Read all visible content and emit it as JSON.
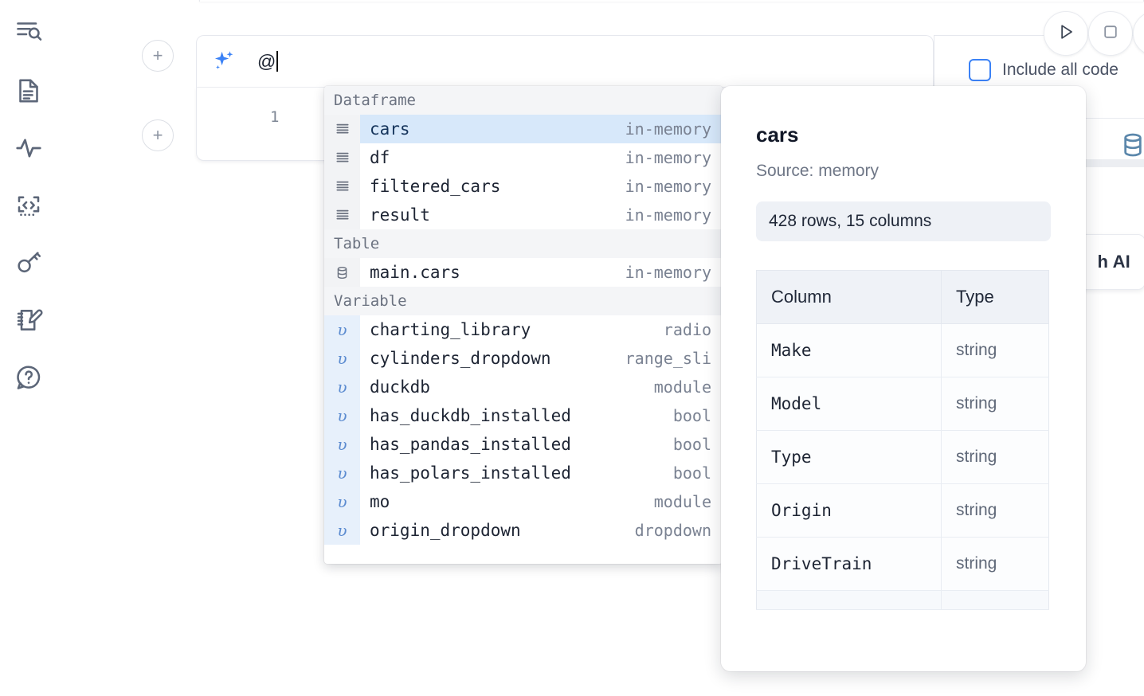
{
  "sidebar": {
    "items": [
      {
        "icon": "file-search-icon",
        "label": "Explore"
      },
      {
        "icon": "document-icon",
        "label": "Notebook"
      },
      {
        "icon": "activity-icon",
        "label": "Runtime"
      },
      {
        "icon": "code-brackets-icon",
        "label": "Snippets"
      },
      {
        "icon": "key-icon",
        "label": "Secrets"
      },
      {
        "icon": "notepad-pencil-icon",
        "label": "Scratchpad"
      },
      {
        "icon": "help-chat-icon",
        "label": "Help"
      }
    ]
  },
  "toolbar": {
    "run_icon": "play-icon",
    "stop_icon": "stop-icon",
    "more_icon": "more-icon",
    "include_all_code_label": "Include all code",
    "include_all_code_checked": false,
    "database_icon": "database-icon",
    "markdown_icon": "markdown-icon",
    "ai_chip_label": "h AI"
  },
  "gutter": {
    "add_cell_label": "+"
  },
  "ai_prompt": {
    "icon": "sparkle-icon",
    "value": "@",
    "line_number": "1"
  },
  "autocomplete": {
    "groups": [
      {
        "label": "Dataframe",
        "items": [
          {
            "icon": "dataframe-icon",
            "name": "cars",
            "meta": "in-memory",
            "selected": true,
            "kind": "df"
          },
          {
            "icon": "dataframe-icon",
            "name": "df",
            "meta": "in-memory",
            "selected": false,
            "kind": "df"
          },
          {
            "icon": "dataframe-icon",
            "name": "filtered_cars",
            "meta": "in-memory",
            "selected": false,
            "kind": "df"
          },
          {
            "icon": "dataframe-icon",
            "name": "result",
            "meta": "in-memory",
            "selected": false,
            "kind": "df"
          }
        ]
      },
      {
        "label": "Table",
        "items": [
          {
            "icon": "table-icon",
            "name": "main.cars",
            "meta": "in-memory",
            "selected": false,
            "kind": "table"
          }
        ]
      },
      {
        "label": "Variable",
        "items": [
          {
            "icon": "variable-icon",
            "name": "charting_library",
            "meta": "radio",
            "selected": false,
            "kind": "var"
          },
          {
            "icon": "variable-icon",
            "name": "cylinders_dropdown",
            "meta": "range_sli",
            "selected": false,
            "kind": "var"
          },
          {
            "icon": "variable-icon",
            "name": "duckdb",
            "meta": "module",
            "selected": false,
            "kind": "var"
          },
          {
            "icon": "variable-icon",
            "name": "has_duckdb_installed",
            "meta": "bool",
            "selected": false,
            "kind": "var"
          },
          {
            "icon": "variable-icon",
            "name": "has_pandas_installed",
            "meta": "bool",
            "selected": false,
            "kind": "var"
          },
          {
            "icon": "variable-icon",
            "name": "has_polars_installed",
            "meta": "bool",
            "selected": false,
            "kind": "var"
          },
          {
            "icon": "variable-icon",
            "name": "mo",
            "meta": "module",
            "selected": false,
            "kind": "var"
          },
          {
            "icon": "variable-icon",
            "name": "origin_dropdown",
            "meta": "dropdown",
            "selected": false,
            "kind": "var"
          }
        ]
      }
    ]
  },
  "detail_panel": {
    "title": "cars",
    "source": "Source: memory",
    "shape": "428 rows, 15 columns",
    "table": {
      "headers": [
        "Column",
        "Type"
      ],
      "rows": [
        [
          "Make",
          "string"
        ],
        [
          "Model",
          "string"
        ],
        [
          "Type",
          "string"
        ],
        [
          "Origin",
          "string"
        ],
        [
          "DriveTrain",
          "string"
        ]
      ]
    }
  },
  "colors": {
    "accent_blue": "#3b82f6",
    "selection_blue": "#d7e8fa",
    "icon_slate": "#5c6678",
    "muted_text": "#7a8292"
  }
}
